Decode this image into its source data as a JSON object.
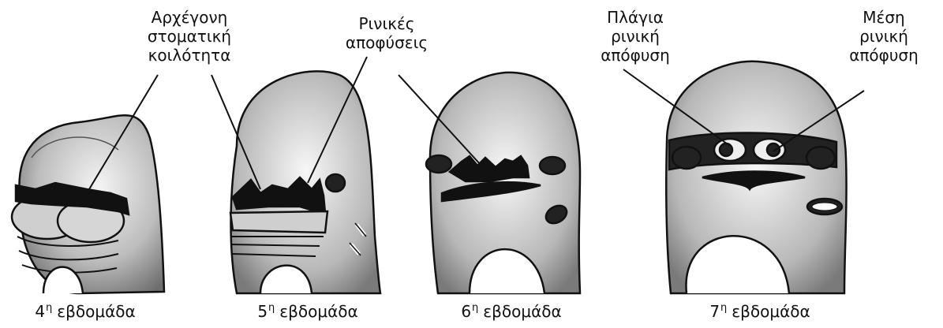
{
  "labels": {
    "primitive_mouth": "Αρχέγονη\nστοματική\nκοιλότητα",
    "nasal_processes": "Ρινικές\nαποφύσεις",
    "lateral_nasal": "Πλάγια\nρινική\nαπόφυση",
    "medial_nasal": "Μέση\nρινική\nαπόφυση"
  },
  "captions": [
    {
      "num": "4",
      "sup": "η",
      "text": "εβδομάδα"
    },
    {
      "num": "5",
      "sup": "η",
      "text": "εβδομάδα"
    },
    {
      "num": "6",
      "sup": "η",
      "text": "εβδομάδα"
    },
    {
      "num": "7",
      "sup": "η",
      "text": "εβδομάδα"
    }
  ],
  "colors": {
    "ink": "#111111",
    "shade": "#9a9a9a",
    "paper": "#ffffff"
  }
}
